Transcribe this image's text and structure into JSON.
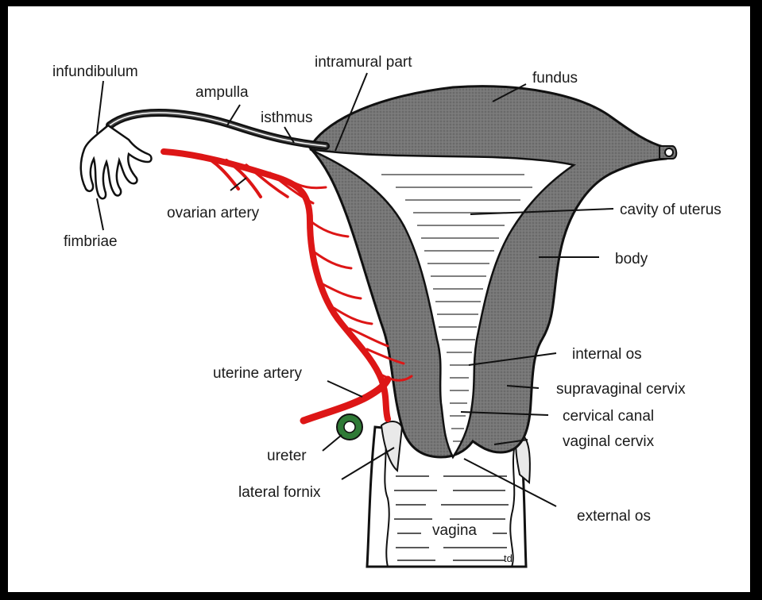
{
  "labels": {
    "infundibulum": "infundibulum",
    "intramural_part": "intramural part",
    "ampulla": "ampulla",
    "fundus": "fundus",
    "isthmus": "isthmus",
    "cavity_of_uterus": "cavity of uterus",
    "ovarian_artery": "ovarian artery",
    "fimbriae": "fimbriae",
    "body": "body",
    "internal_os": "internal os",
    "uterine_artery": "uterine artery",
    "supravaginal_cervix": "supravaginal cervix",
    "cervical_canal": "cervical canal",
    "vaginal_cervix": "vaginal cervix",
    "ureter": "ureter",
    "lateral_fornix": "lateral fornix",
    "external_os": "external os",
    "vagina": "vagina",
    "artist_mark": "td"
  },
  "colors": {
    "tissue": "#707070",
    "tissue_dark": "#5c5c5c",
    "artery": "#dd1616",
    "ureter": "#2f7a36",
    "outline": "#111111",
    "background": "#ffffff",
    "frame": "#000000"
  }
}
